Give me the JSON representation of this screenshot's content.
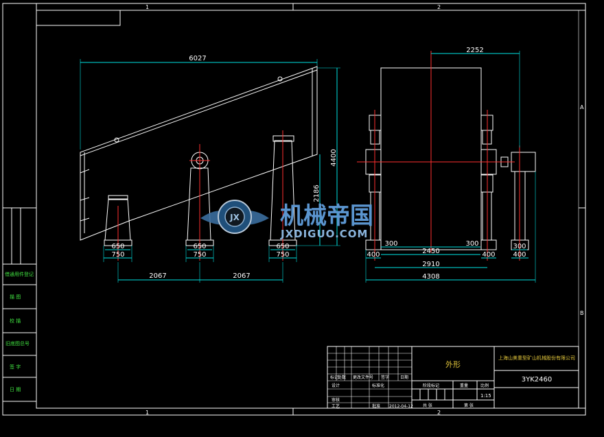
{
  "frame": {
    "zone_top_1": "1",
    "zone_top_2": "2",
    "zone_bottom_1": "1",
    "zone_bottom_2": "2",
    "zone_right_a": "A",
    "zone_right_b": "B"
  },
  "left_strip": [
    "借通用件登记",
    "描 图",
    "校 描",
    "旧底图总号",
    "签 字",
    "日 期"
  ],
  "side_view": {
    "overall_length": "6027",
    "height": "4400",
    "support_height": "2186",
    "support_widths": [
      "650",
      "750",
      "650",
      "750",
      "650",
      "750"
    ],
    "support_spacing": [
      "2067",
      "2067"
    ]
  },
  "end_view": {
    "motor_offset": "2252",
    "foot_width_a": "300",
    "foot_width_b": "300",
    "foot_width_c": "300",
    "foot_400_a": "400",
    "foot_400_b": "400",
    "foot_400_c": "400",
    "inner_width": "2450",
    "mid_width": "2910",
    "outer_width": "4308"
  },
  "watermark": {
    "logo_letters": "JX",
    "title": "机械帝国",
    "url": "JXDIGUO.COM"
  },
  "title_block": {
    "company": "上海山美重型矿山机械股份有限公司",
    "drawing_name": "外形",
    "model": "3YK2460",
    "stage_label": "阶段标记",
    "weight_label": "重量",
    "scale_label": "比例",
    "scale_value": "1:15",
    "sheet_total": "共 张",
    "sheet_no": "第 张",
    "design": "设计",
    "standard": "标准化",
    "check": "审核",
    "process": "工艺",
    "approve": "批准",
    "date": "2012-04-12",
    "row_labels": [
      "标记",
      "处数",
      "更改文件号",
      "签字",
      "日期"
    ]
  },
  "colors": {
    "frame": "#ffffff",
    "cyan": "#00e5e5",
    "center_line": "#ff3030",
    "title_text": "#e0c43a",
    "green_text": "#40e040"
  }
}
